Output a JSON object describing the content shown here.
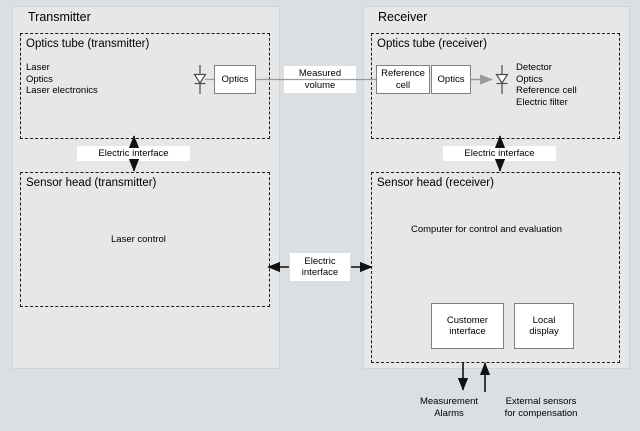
{
  "diagram": {
    "title_transmitter": "Transmitter",
    "title_receiver": "Receiver",
    "transmitter": {
      "optics_tube": {
        "title": "Optics tube (transmitter)",
        "components": "Laser\nOptics\nLaser electronics",
        "component_list": [
          "Laser",
          "Optics",
          "Laser electronics"
        ],
        "optics_box_label": "Optics",
        "laser_diode_icon": "laser-diode-symbol"
      },
      "electric_interface_label": "Electric interface",
      "sensor_head": {
        "title": "Sensor head (transmitter)",
        "content": "Laser control"
      }
    },
    "center": {
      "measured_volume_label": "Measured\nvolume",
      "measured_volume_line1": "Measured",
      "measured_volume_line2": "volume",
      "electric_interface_line1": "Electric",
      "electric_interface_line2": "interface"
    },
    "receiver": {
      "optics_tube": {
        "title": "Optics tube (receiver)",
        "reference_cell_label": "Reference\ncell",
        "reference_cell_line1": "Reference",
        "reference_cell_line2": "cell",
        "optics_box_label": "Optics",
        "detector_icon": "photodiode-symbol",
        "components": "Detector\nOptics\nReference cell\nElectric filter",
        "component_list": [
          "Detector",
          "Optics",
          "Reference cell",
          "Electric filter"
        ]
      },
      "electric_interface_label": "Electric interface",
      "sensor_head": {
        "title": "Sensor head (receiver)",
        "content": "Computer for control and evaluation",
        "customer_interface_line1": "Customer",
        "customer_interface_line2": "interface",
        "local_display_line1": "Local",
        "local_display_line2": "display"
      }
    },
    "outputs": {
      "measurement_line1": "Measurement",
      "measurement_line2": "Alarms",
      "external_line1": "External sensors",
      "external_line2": "for compensation"
    },
    "colors": {
      "page_background": "#d9dfe3",
      "panel_background": "#e7e7e7",
      "box_background": "#ffffff",
      "stroke": "#1a1a1a",
      "beam": "#999999",
      "box_border": "#808080"
    }
  }
}
